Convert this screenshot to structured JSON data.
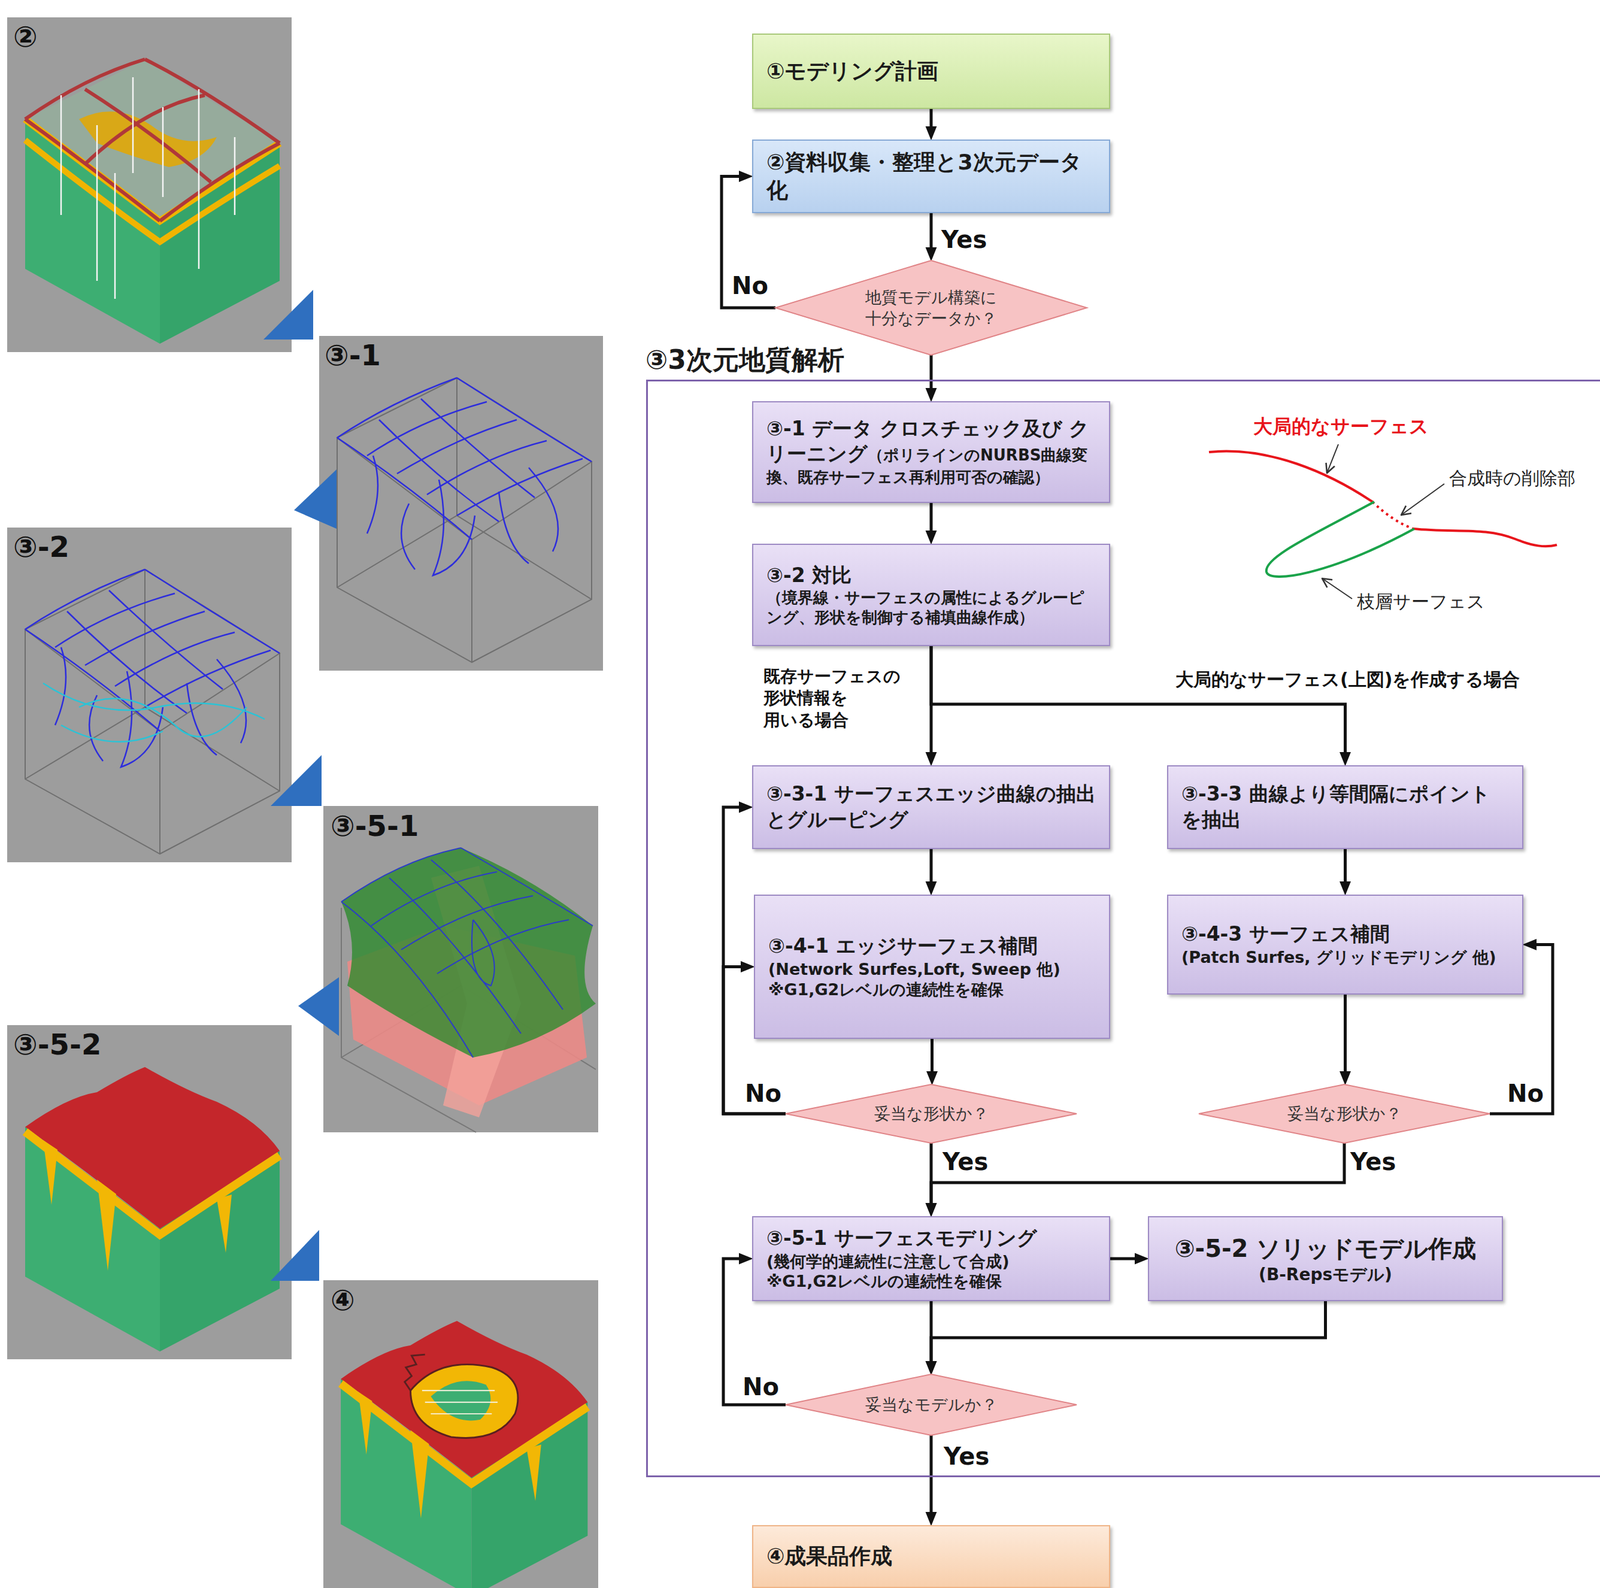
{
  "diagram": {
    "nodes": [
      {
        "text": [
          "①モデリング計画"
        ]
      },
      {
        "text": [
          "②資料収集・整理と3次元データ化"
        ]
      },
      {
        "text": [
          "地質モデル構築に 十分なデータか？"
        ]
      },
      {
        "text": [
          "③3次元地質解析"
        ]
      },
      {
        "text": [
          "③-1 データ クロスチェック及び クリーニング",
          "（ポリラインのNURBS曲線変換、既存サーフェス再利用可否の確認）"
        ],
        "in": 3
      },
      {
        "text": [
          "③-2 対比",
          "（境界線・サーフェスの属性によるグルーピング、形状を制御する補填曲線作成）"
        ],
        "in": 3
      },
      {
        "text": [
          "③-3-1 サーフェスエッジ曲線の抽出とグルーピング"
        ],
        "in": 3
      },
      {
        "text": [
          "③-3-3 曲線より等間隔にポイントを抽出"
        ],
        "in": 3
      },
      {
        "text": [
          "③-4-1 エッジサーフェス補間",
          "(Network Surfes,Loft, Sweep 他)",
          "※G1,G2レベルの連続性を確保"
        ],
        "in": 3
      },
      {
        "text": [
          "③-4-3 サーフェス補間",
          "(Patch Surfes, グリッドモデリング 他)"
        ],
        "in": 3
      },
      {
        "text": [
          "妥当な形状か？"
        ],
        "in": 3
      },
      {
        "text": [
          "妥当な形状か？"
        ],
        "in": 3
      },
      {
        "text": [
          "③-5-1 サーフェスモデリング",
          "(幾何学的連続性に注意して合成)",
          "※G1,G2レベルの連続性を確保"
        ],
        "in": 3
      },
      {
        "text": [
          "③-5-2 ソリッドモデル作成",
          "(B-Repsモデル)"
        ],
        "in": 3
      },
      {
        "text": [
          "妥当なモデルか？"
        ],
        "in": 3
      },
      {
        "text": [
          "④成果品作成"
        ]
      }
    ],
    "edges": [
      {
        "from": 0,
        "to": 1,
        "arrow": "to"
      },
      {
        "from": 1,
        "to": 2,
        "label": "Yes",
        "arrow": "to"
      },
      {
        "from": 2,
        "to": 1,
        "label": "No",
        "arrow": "to"
      },
      {
        "from": 2,
        "to": 4,
        "arrow": "to"
      },
      {
        "from": 4,
        "to": 5,
        "arrow": "to"
      },
      {
        "from": 5,
        "to": 6,
        "label": "既存サーフェスの 形状情報を 用いる場合",
        "arrow": "to"
      },
      {
        "from": 5,
        "to": 7,
        "label": "大局的なサーフェス(上図)を作成する場合",
        "arrow": "to"
      },
      {
        "from": 6,
        "to": 8,
        "arrow": "to"
      },
      {
        "from": 7,
        "to": 9,
        "arrow": "to"
      },
      {
        "from": 8,
        "to": 10,
        "arrow": "to"
      },
      {
        "from": 10,
        "to": 6,
        "label": "No",
        "arrow": "to"
      },
      {
        "from": 10,
        "to": 8,
        "arrow": "to"
      },
      {
        "from": 9,
        "to": 11,
        "arrow": "to"
      },
      {
        "from": 11,
        "to": 9,
        "label": "No",
        "arrow": "to"
      },
      {
        "from": 10,
        "to": 12,
        "label": "Yes",
        "arrow": "to"
      },
      {
        "from": 11,
        "to": 12,
        "label": "Yes",
        "arrow": "to"
      },
      {
        "from": 12,
        "to": 13,
        "arrow": "to"
      },
      {
        "from": 12,
        "to": 14,
        "arrow": "to"
      },
      {
        "from": 13,
        "to": 14,
        "arrow": "to"
      },
      {
        "from": 14,
        "to": 12,
        "label": "No",
        "arrow": "to"
      },
      {
        "from": 14,
        "to": 15,
        "label": "Yes",
        "arrow": "to"
      }
    ],
    "labels": [
      "②",
      "③-1",
      "③-2",
      "③-5-1",
      "③-5-2",
      "④",
      "大局的なサーフェス",
      "合成時の削除部",
      "枝層サーフェス"
    ]
  }
}
